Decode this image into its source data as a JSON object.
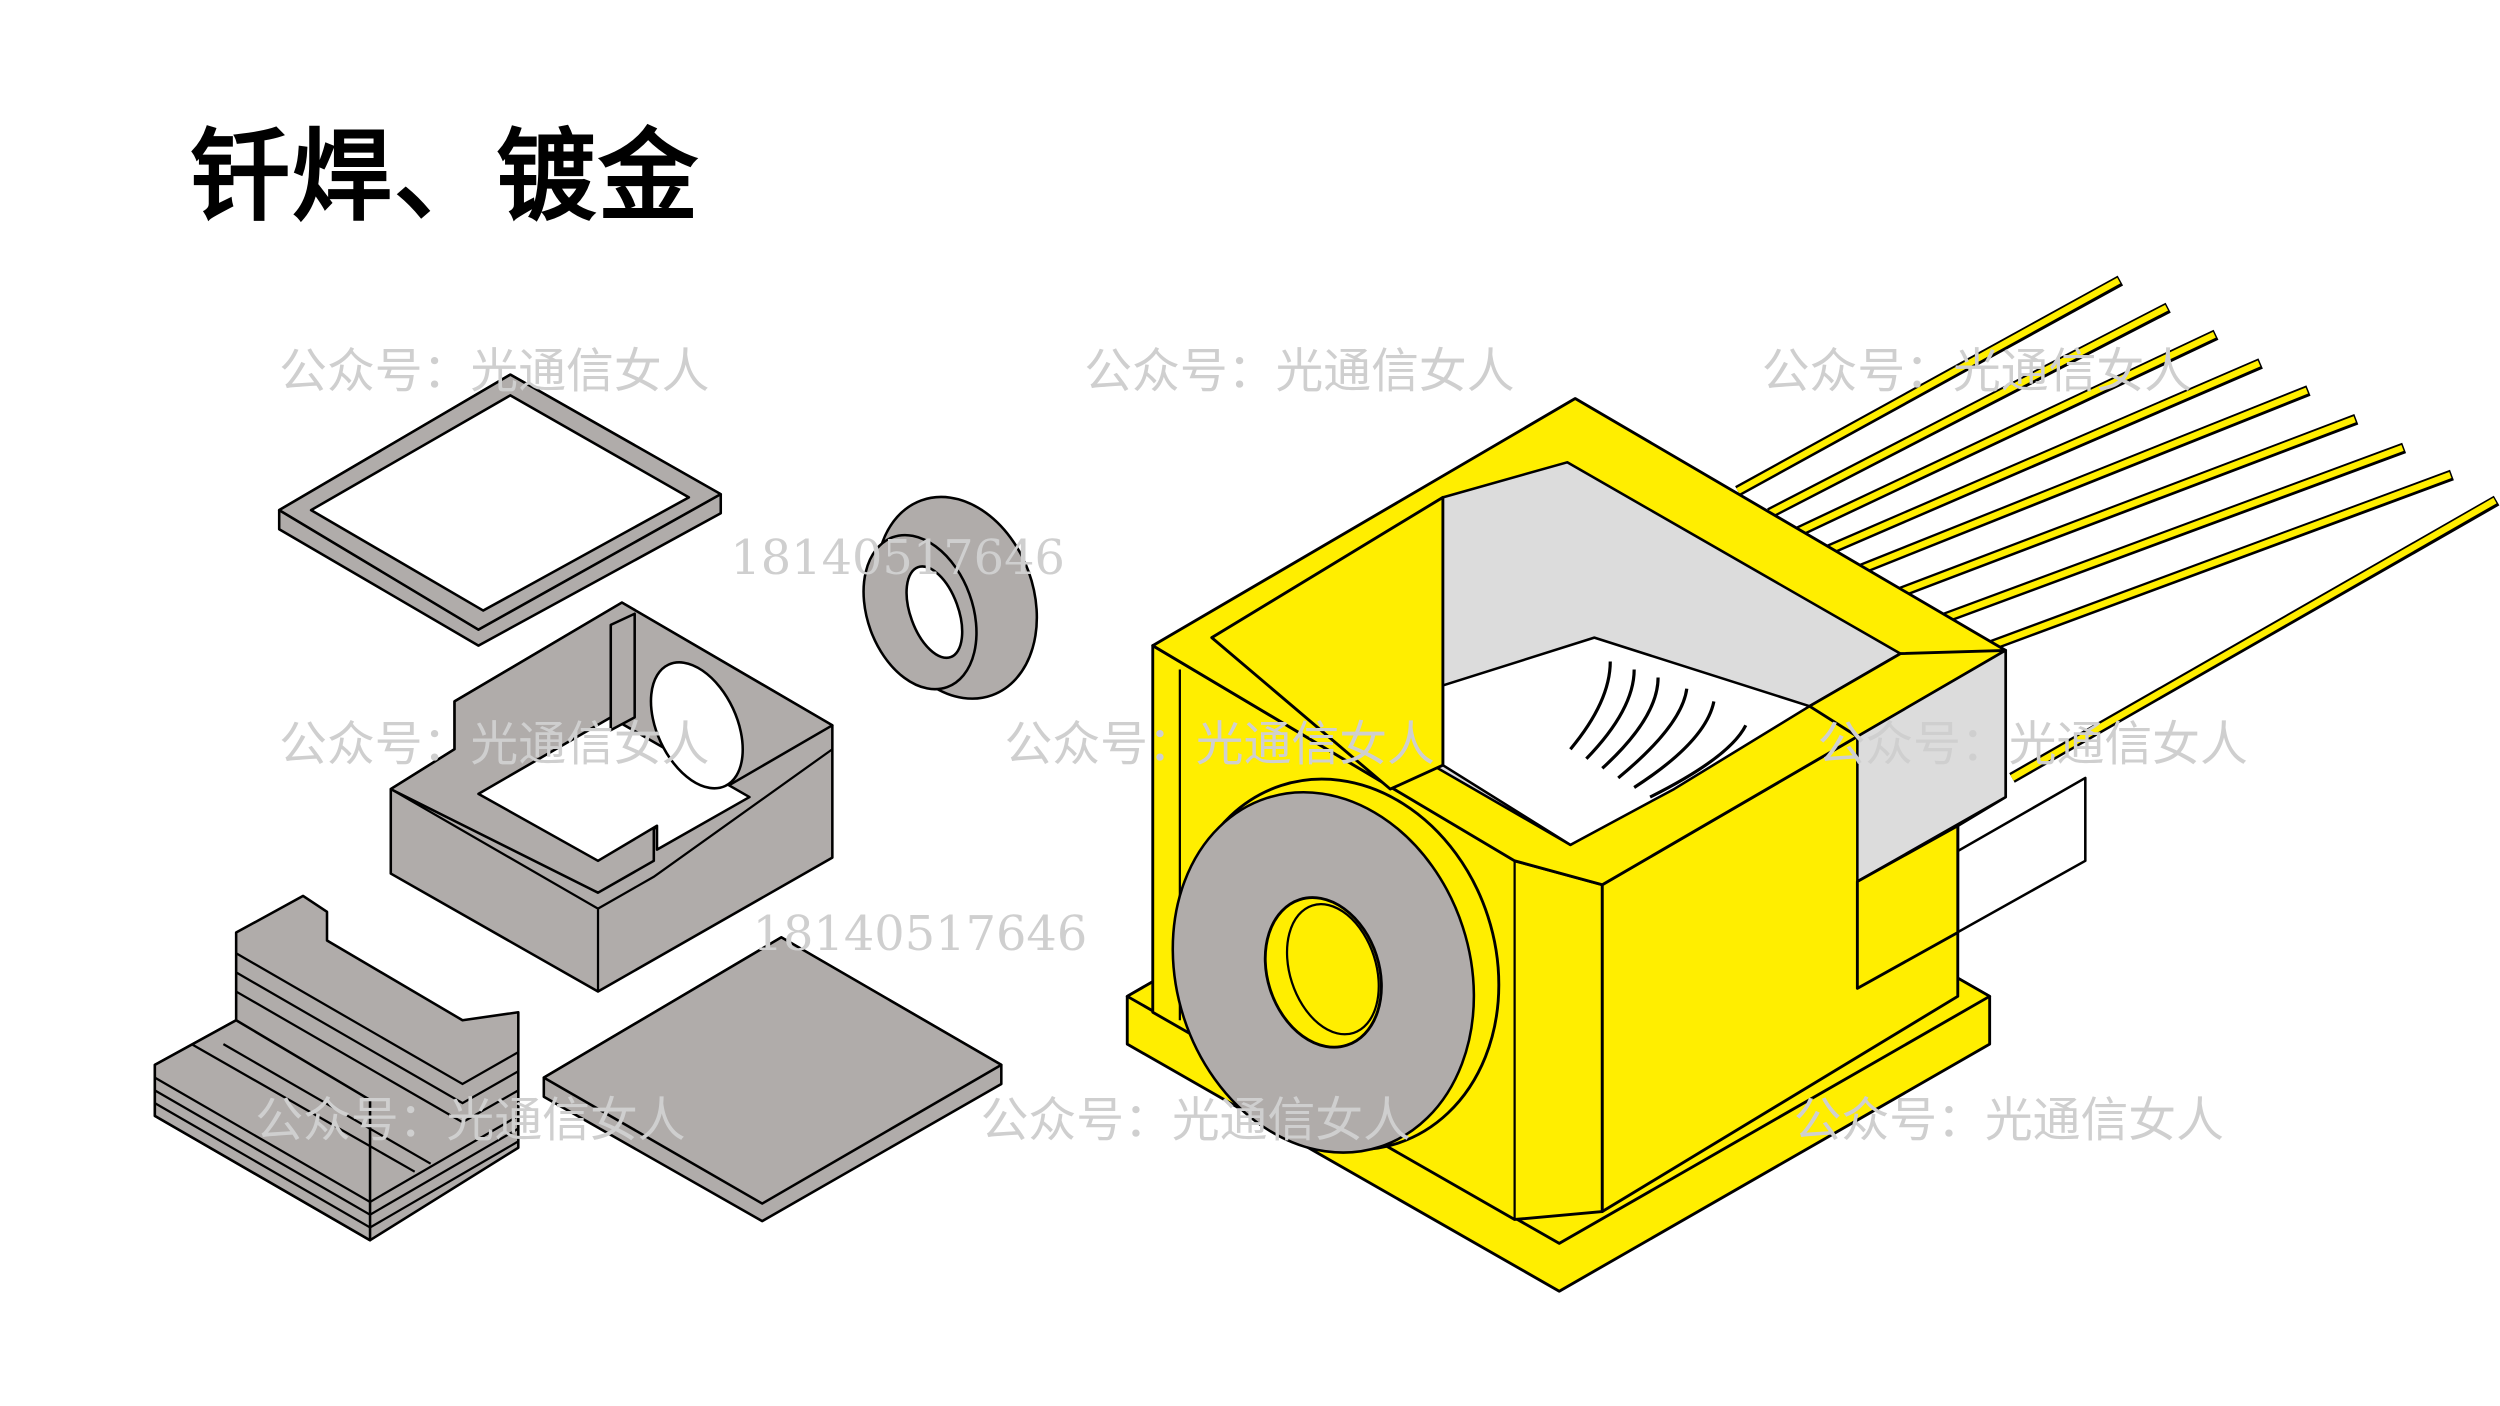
{
  "slide": {
    "title": "钎焊、镀金",
    "watermark_text": "公众号：光通信女人",
    "watermark_phone": "18140517646",
    "colors": {
      "gold_plating": "#ffee00",
      "part_gray": "#b0acaa",
      "inner_gray": "#dcdcdc"
    }
  }
}
